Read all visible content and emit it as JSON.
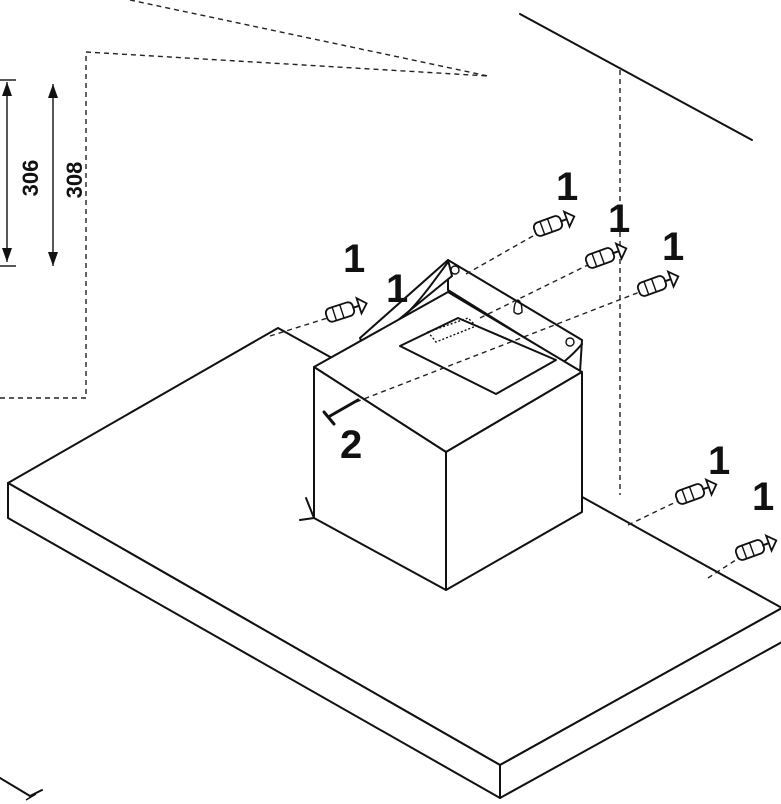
{
  "dimensions": [
    {
      "id": "dim-306",
      "label": "306"
    },
    {
      "id": "dim-308",
      "label": "308"
    }
  ],
  "callouts": {
    "plug_label": "1",
    "screw_label": "2"
  },
  "parts": [
    {
      "name": "wall-plug",
      "label": "1",
      "count": 7
    },
    {
      "name": "screw",
      "label": "2",
      "count": 1
    }
  ]
}
